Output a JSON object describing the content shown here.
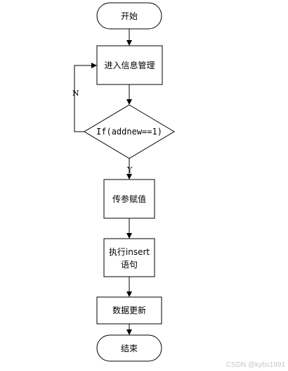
{
  "flowchart": {
    "start": "开始",
    "enter_info": "进入信息管理",
    "condition": "If(addnew==1)",
    "branch_no": "N",
    "branch_yes": "Y",
    "pass_params": "传参赋值",
    "execute_line1": "执行insert",
    "execute_line2": "语句",
    "update_data": "数据更新",
    "end": "结束"
  },
  "watermark": "CSDN @kybs1991"
}
